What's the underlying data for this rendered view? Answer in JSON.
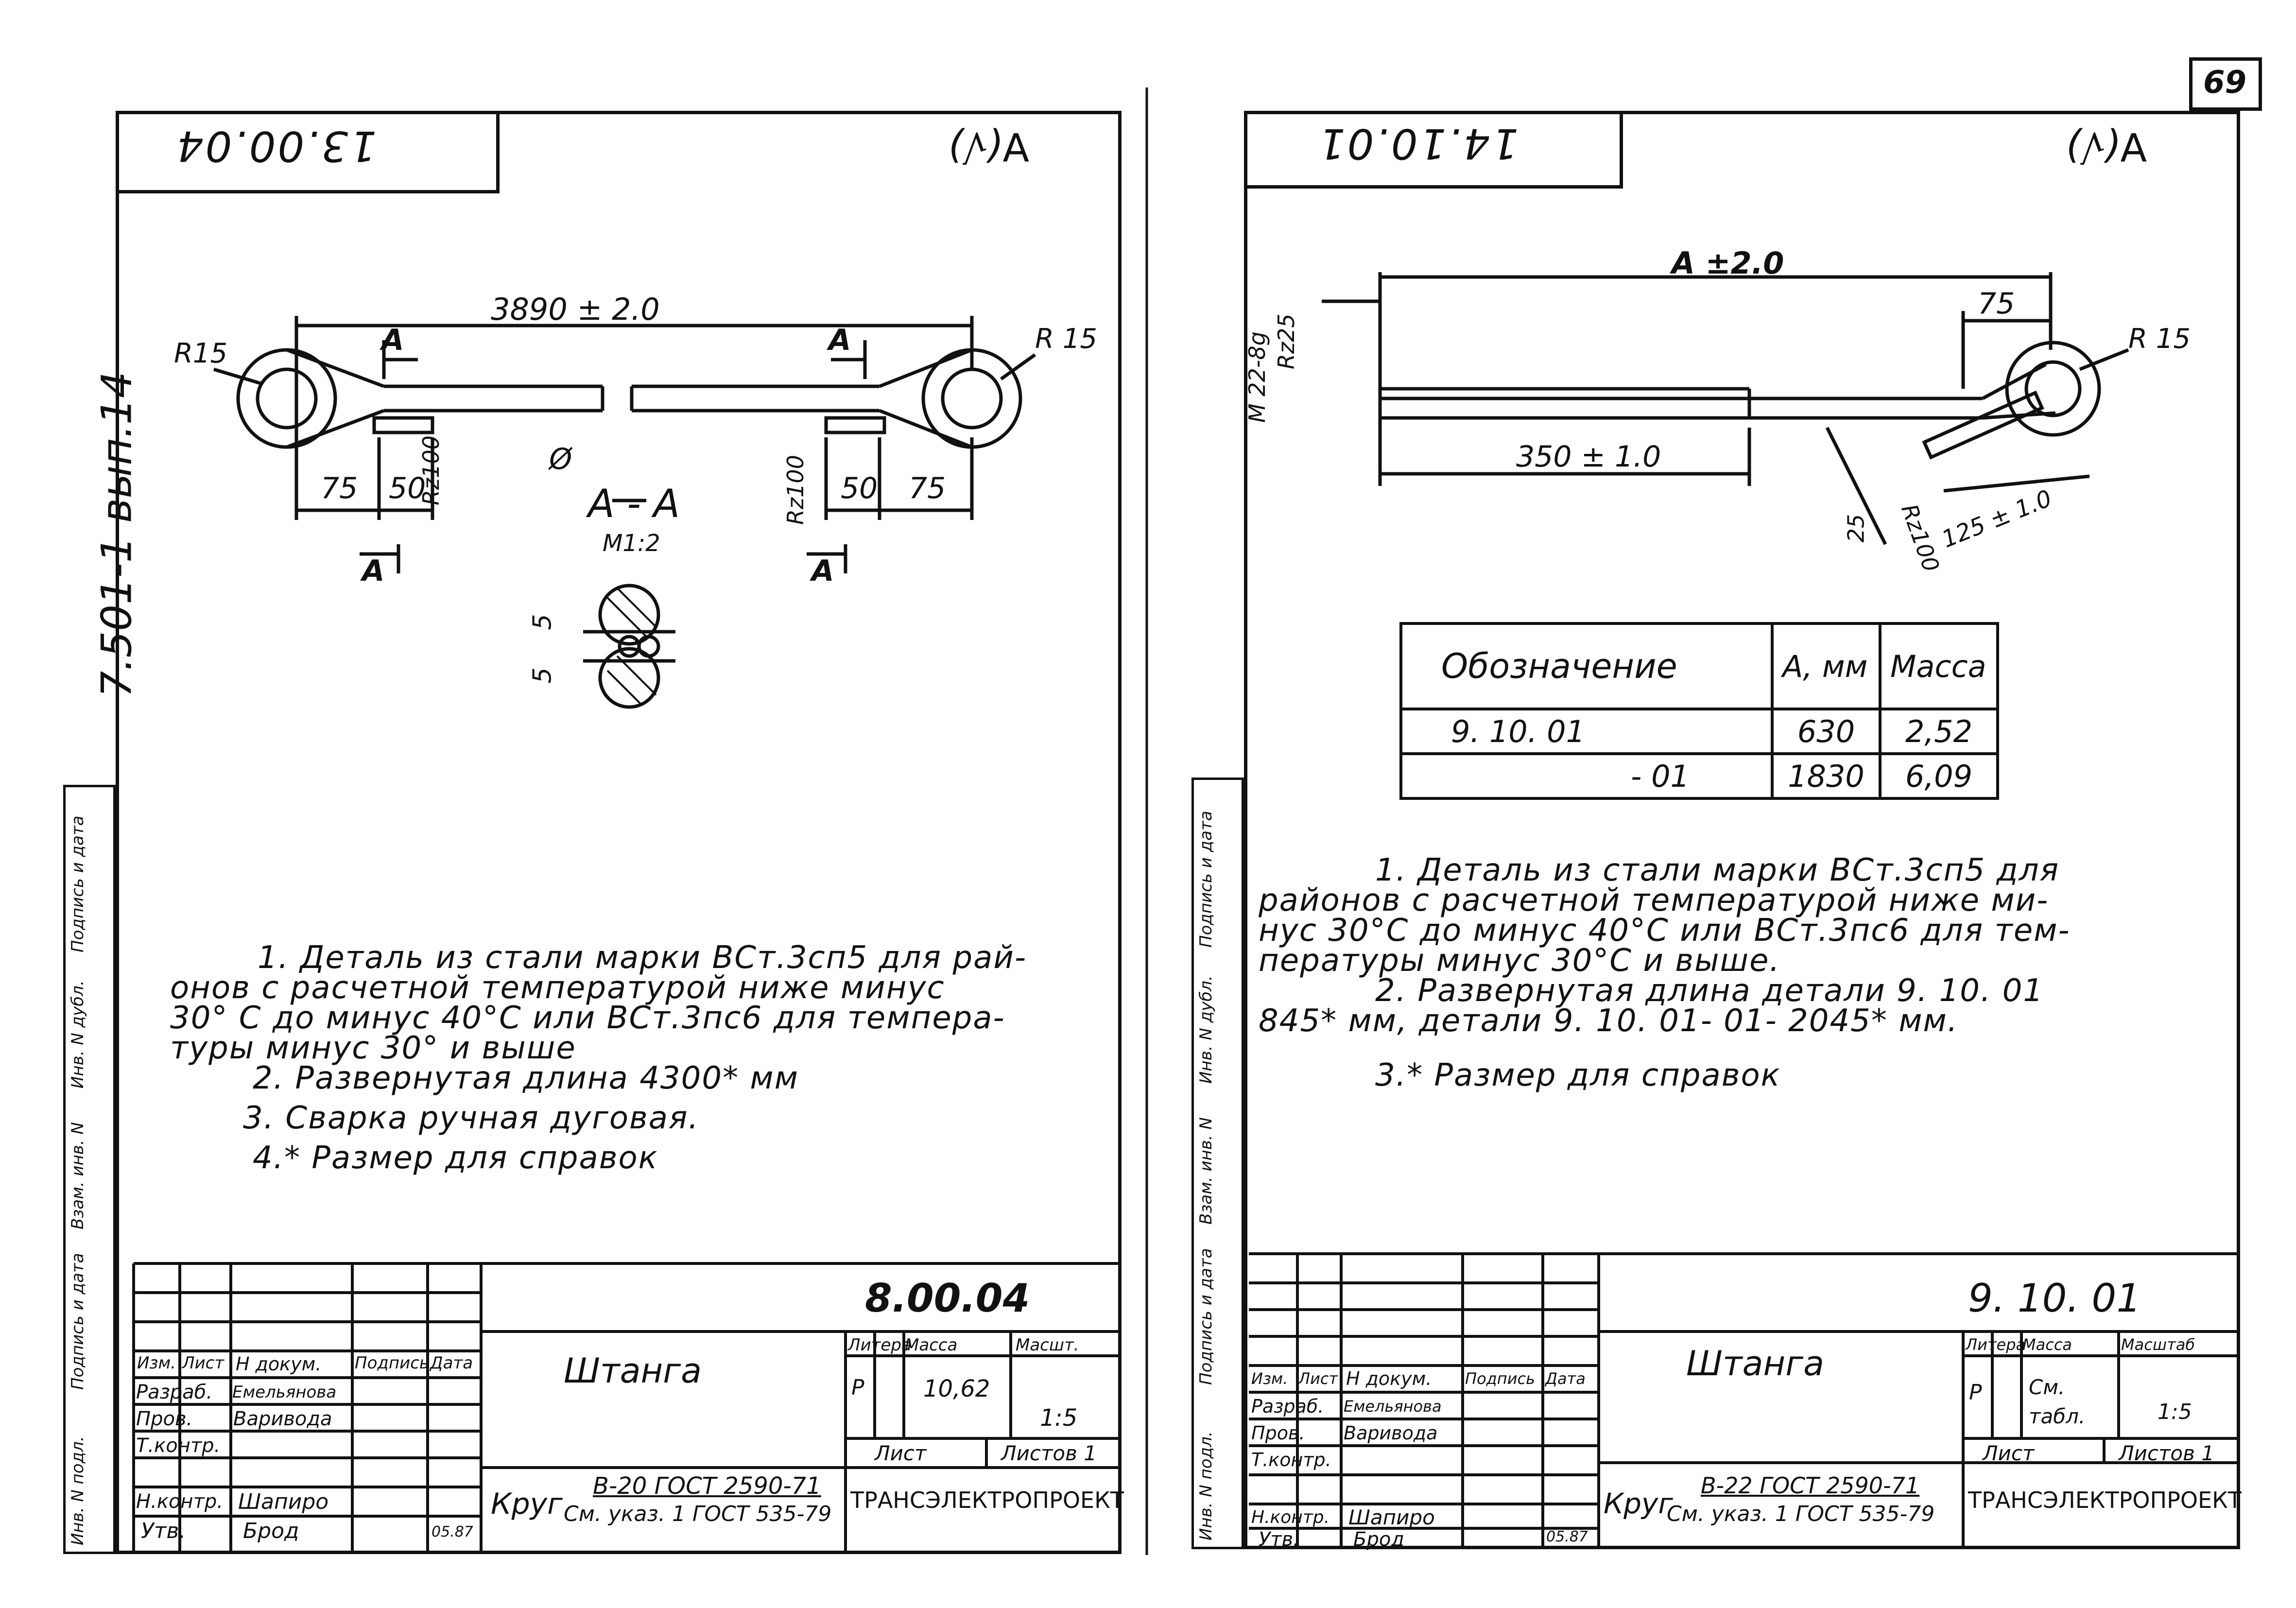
{
  "page_number": "69",
  "left": {
    "header_code": "13.00.04",
    "roughness_mark": "∀(√)",
    "series_label": "7.501-1 вып.14",
    "dims": {
      "overall": "3890 ± 2.0",
      "r_left": "R15",
      "r_right": "R 15",
      "d75_left": "75",
      "d50_left": "50",
      "rz_left": "Rz100",
      "dia": "Ø",
      "rz_right": "Rz100",
      "d50_right": "50",
      "d75_right": "75",
      "section_mark": "A",
      "five_a": "5",
      "five_b": "5"
    },
    "section": {
      "title": "A - A",
      "scale": "М1:2"
    },
    "notes": [
      "1. Деталь из стали марки ВСт.3сп5 для рай-",
      "онов с расчетной температурой ниже минус",
      "30° С до минус 40°С  или  ВСт.3пс6 для темпера-",
      "туры минус 30° и выше",
      "2. Развернутая длина 4300* мм",
      "3. Сварка ручная дуговая.",
      "4.* Размер для справок"
    ],
    "title_block": {
      "designation": "8.00.04",
      "name": "Штанга",
      "col_izm": "Изм.",
      "col_list": "Лист",
      "col_doc": "Н докум.",
      "col_sign": "Подпись",
      "col_date": "Дата",
      "razrab": "Разраб.",
      "razrab_name": "Емельянова",
      "prov": "Пров.",
      "prov_name": "Варивода",
      "tkontr": "Т.контр.",
      "nkontr": "Н.контр.",
      "nkontr_name": "Шапиро",
      "utv": "Утв.",
      "utv_name": "Брод",
      "date": "05.87",
      "litera_h": "Литера",
      "massa_h": "Масса",
      "masht_h": "Масшт.",
      "litera": "Р",
      "massa": "10,62",
      "masht": "1:5",
      "list_h": "Лист",
      "listov_h": "Листов 1",
      "material_a": "Круг",
      "material_b": "В-20 ГОСТ 2590-71",
      "material_c": "См. указ. 1 ГОСТ 535-79",
      "org": "ТРАНСЭЛЕКТРОПРОЕКТ"
    },
    "side_cols": [
      "Инв. N подл.",
      "Подпись и дата",
      "Взам. инв. N",
      "Инв. N дубл.",
      "Подпись и дата"
    ]
  },
  "right": {
    "header_code": "14.10.01",
    "roughness_mark": "∀(√)",
    "dims": {
      "overall": "A ±2.0",
      "thread": "M 22-8g",
      "rz25": "Rz25",
      "d75": "75",
      "r15": "R 15",
      "d350": "350 ± 1.0",
      "d125": "125 ± 1.0",
      "d25": "25",
      "rz100": "Rz100"
    },
    "spec_table": {
      "headers": [
        "Обозначение",
        "А, мм",
        "Масса"
      ],
      "rows": [
        [
          "9. 10. 01",
          "630",
          "2,52"
        ],
        [
          "- 01",
          "1830",
          "6,09"
        ]
      ]
    },
    "notes": [
      "1. Деталь из стали марки ВСт.3сп5 для",
      "районов с расчетной температурой ниже ми-",
      "нус 30°С до минус  40°С  или ВСт.3пс6 для тем-",
      "пературы минус 30°С и выше.",
      "2. Развернутая длина детали  9. 10. 01",
      "845* мм, детали     9. 10. 01- 01- 2045* мм.",
      "3.* Размер для справок"
    ],
    "title_block": {
      "designation": "9. 10. 01",
      "name": "Штанга",
      "col_izm": "Изм.",
      "col_list": "Лист",
      "col_doc": "Н докум.",
      "col_sign": "Подпись",
      "col_date": "Дата",
      "razrab": "Разраб.",
      "razrab_name": "Емельянова",
      "prov": "Пров.",
      "prov_name": "Варивода",
      "tkontr": "Т.контр.",
      "nkontr": "Н.контр.",
      "nkontr_name": "Шапиро",
      "utv": "Утв.",
      "utv_name": "Брод",
      "date": "05.87",
      "litera_h": "Литера",
      "massa_h": "Масса",
      "masht_h": "Масштаб",
      "litera": "Р",
      "massa": "См. табл.",
      "masht": "1:5",
      "list_h": "Лист",
      "listov_h": "Листов 1",
      "material_a": "Круг",
      "material_b": "В-22 ГОСТ 2590-71",
      "material_c": "См. указ. 1 ГОСТ 535-79",
      "org": "ТРАНСЭЛЕКТРОПРОЕКТ"
    },
    "side_cols": [
      "Инв. N подл.",
      "Подпись и дата",
      "Взам. инв. N",
      "Инв. N дубл.",
      "Подпись и дата"
    ]
  }
}
